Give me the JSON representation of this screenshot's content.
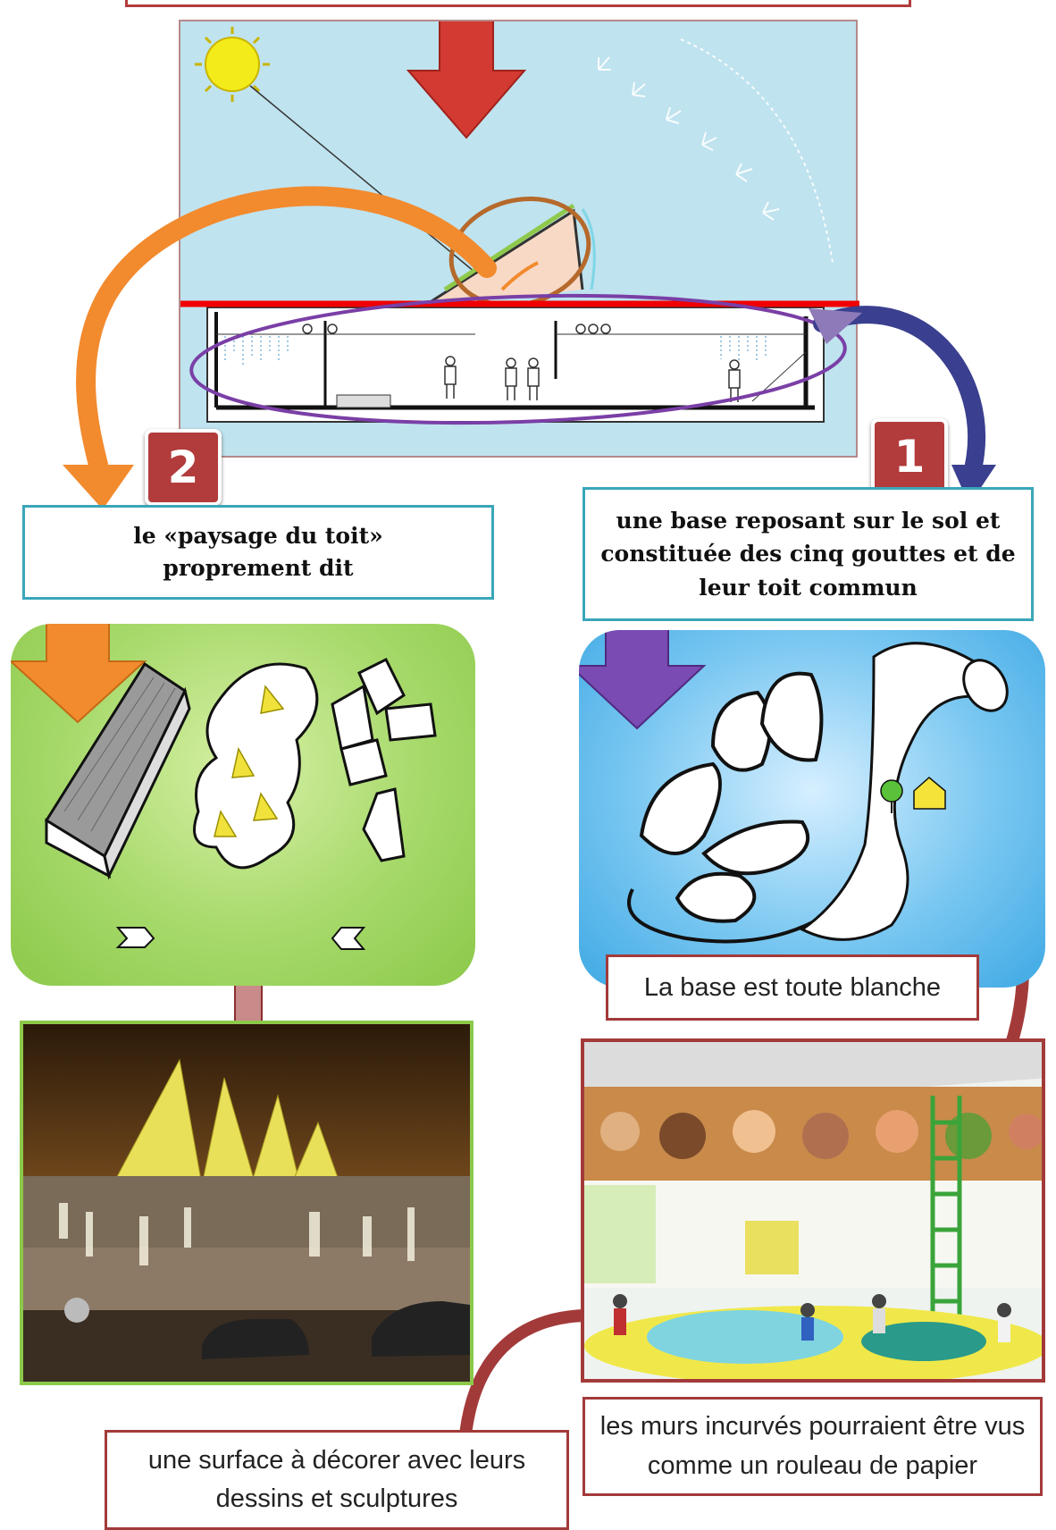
{
  "badges": {
    "one": "1",
    "two": "2"
  },
  "labels": {
    "roof_landscape": "le «paysage du toit» proprement dit",
    "base_description": "une base reposant sur le sol et constituée des cinq gouttes et de leur toit commun",
    "base_white": "La base est toute blanche",
    "curved_walls": "les murs incurvés pourraient être vus comme un rouleau de papier",
    "decorate_surface": "une surface à décorer avec leurs dessins et sculptures"
  },
  "colors": {
    "sky": "#bfe3ef",
    "green_panel": "#9ad45a",
    "blue_panel": "#4fb5ea",
    "red_arrow": "#d23a32",
    "orange_arrow": "#f28a2e",
    "purple_arrow": "#7a5aa8",
    "maroon_arrow": "#a33a3a",
    "badge": "#b23b3b"
  }
}
